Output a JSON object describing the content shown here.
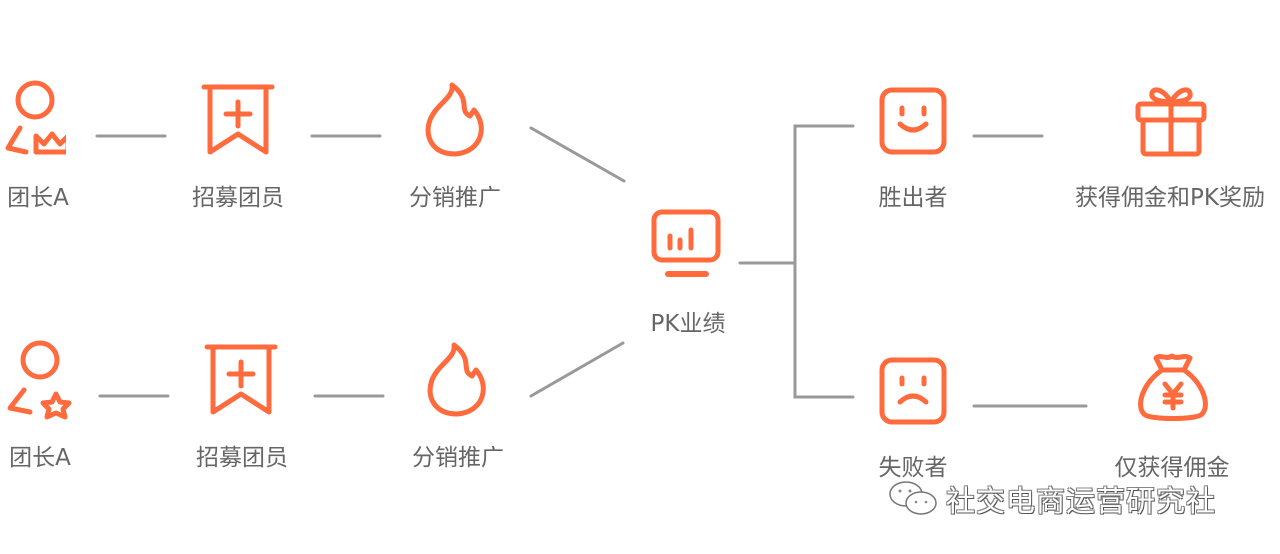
{
  "colors": {
    "accent": "#FF6B3D",
    "line": "#999999",
    "text": "#666666"
  },
  "top_row": [
    {
      "icon": "user-crown-icon",
      "label": "团长A"
    },
    {
      "icon": "bookmark-plus-icon",
      "label": "招募团员"
    },
    {
      "icon": "flame-icon",
      "label": "分销推广"
    }
  ],
  "bottom_row": [
    {
      "icon": "user-star-icon",
      "label": "团长A"
    },
    {
      "icon": "bookmark-plus-icon",
      "label": "招募团员"
    },
    {
      "icon": "flame-icon",
      "label": "分销推广"
    }
  ],
  "center": {
    "icon": "monitor-chart-icon",
    "label": "PK业绩"
  },
  "winner": {
    "icon": "smile-face-icon",
    "label": "胜出者",
    "reward_icon": "gift-icon",
    "reward_label": "获得佣金和PK奖励"
  },
  "loser": {
    "icon": "sad-face-icon",
    "label": "失败者",
    "reward_icon": "money-bag-icon",
    "reward_label": "仅获得佣金"
  },
  "watermark": {
    "icon": "wechat-icon",
    "text": "社交电商运营研究社"
  }
}
